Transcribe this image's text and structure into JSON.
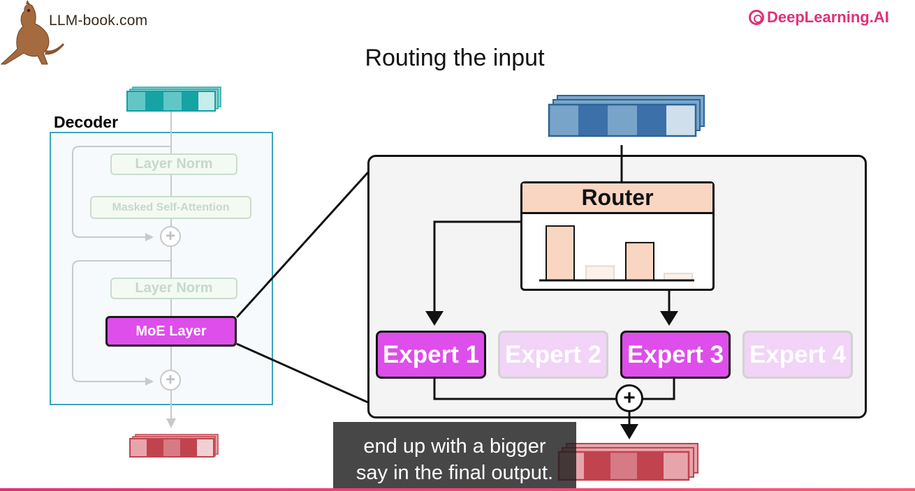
{
  "header": {
    "brand_left": "LLM-book.com",
    "brand_right": "DeepLearning.AI",
    "title": "Routing the input"
  },
  "decoder": {
    "label": "Decoder",
    "layer_norm_top": "Layer Norm",
    "masked_self_attention": "Masked Self-Attention",
    "layer_norm_bottom": "Layer Norm",
    "moe_layer": "MoE Layer",
    "plus": "+"
  },
  "moe_detail": {
    "router_label": "Router",
    "router_scores": [
      0.95,
      0.25,
      0.66,
      0.12
    ],
    "experts": [
      {
        "label": "Expert 1",
        "active": true
      },
      {
        "label": "Expert 2",
        "active": false
      },
      {
        "label": "Expert 3",
        "active": true
      },
      {
        "label": "Expert 4",
        "active": false
      }
    ],
    "merge_symbol": "+"
  },
  "caption": {
    "line1": "end up with a bigger",
    "line2": "say in the final output."
  },
  "colors": {
    "accent_magenta": "#dd4eea",
    "teal": "#3ba6b8",
    "router_peach": "#f9d6c2",
    "input_blue": "#3c70a8",
    "output_red": "#c0434e",
    "brand_pink": "#e0307a"
  },
  "icons": {
    "mascot": "kangaroo-icon",
    "brand_logo": "deeplearning-logo-icon"
  }
}
